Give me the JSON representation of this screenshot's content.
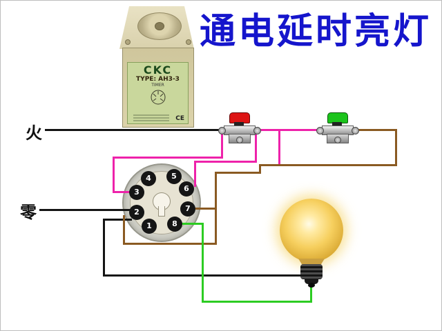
{
  "title": "通电延时亮灯",
  "labels": {
    "live": "火",
    "neutral": "零"
  },
  "colors": {
    "title-blue": "#1515cc",
    "wire-black": "#141414",
    "wire-pink": "#ee22aa",
    "wire-brown": "#8a5a22",
    "wire-green": "#2ccc22",
    "button-red-cap": "#dd1414",
    "button-green-cap": "#1cc41c",
    "relay-label-green": "#c9d79c",
    "socket-outer": "#cfcfc6",
    "socket-inner": "#e7e3d3",
    "bulb-glow": "#f5d76e"
  },
  "relay": {
    "brand": "CKC",
    "type_line": "TYPE: AH3-3",
    "timer_line": "TIMER",
    "ce_mark": "CE"
  },
  "socket": {
    "pins": [
      "1",
      "2",
      "3",
      "4",
      "5",
      "6",
      "7",
      "8"
    ]
  }
}
